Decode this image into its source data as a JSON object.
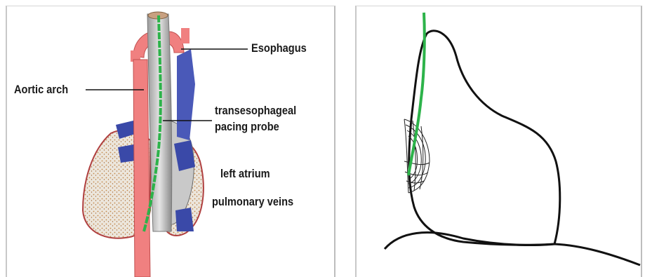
{
  "left_panel": {
    "labels": {
      "esophagus": "Esophagus",
      "aortic_arch": "Aortic arch",
      "probe_line1": "transesophageal",
      "probe_line2": "pacing probe",
      "left_atrium": "left atrium",
      "pulmonary_veins": "pulmonary veins"
    }
  },
  "colors": {
    "aorta": "#f08080",
    "pulmonary_veins": "#3a49a8",
    "probe": "#2db34a",
    "heart_outline": "#b04040",
    "sketch_line": "#111111"
  }
}
